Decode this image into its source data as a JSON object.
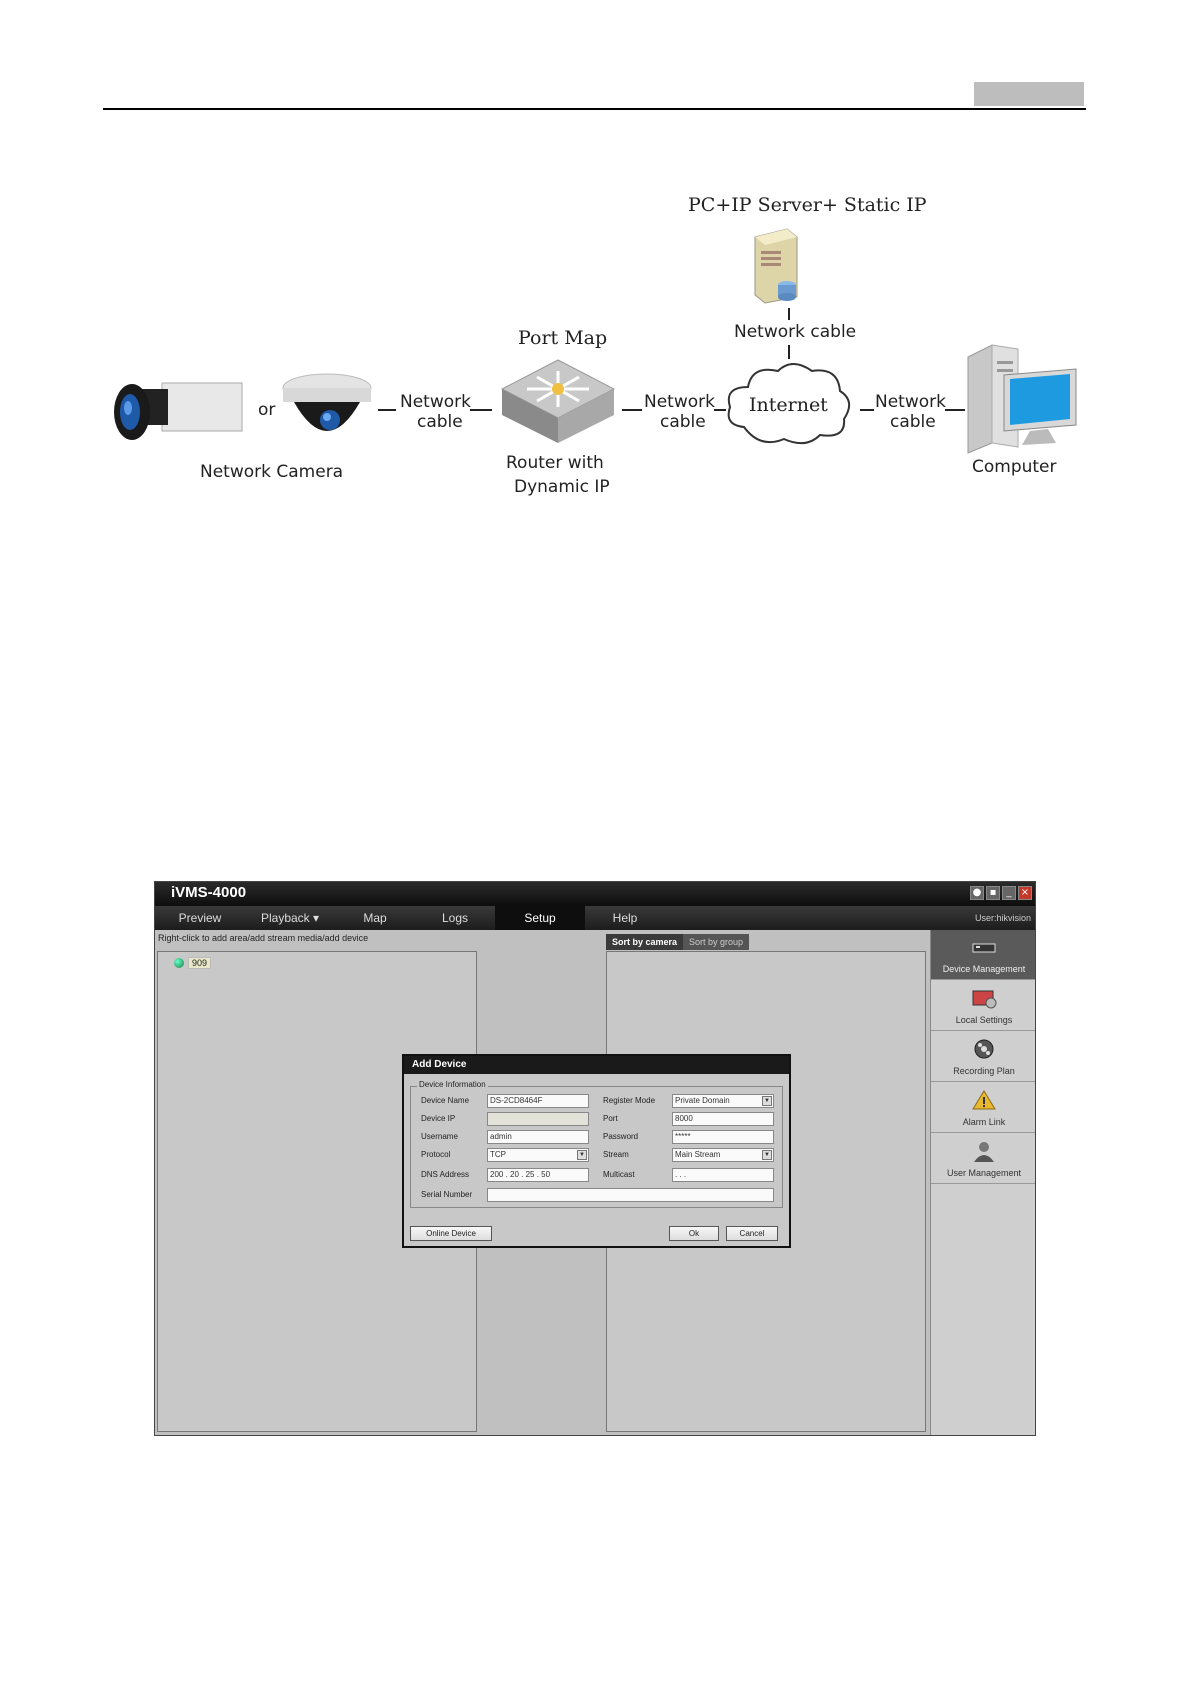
{
  "diagram": {
    "top_label": "PC+IP Server+ Static IP",
    "or_label": "or",
    "network_camera": "Network Camera",
    "cable_label_1": "Network",
    "cable_label_2": "cable",
    "server_cable": "Network cable",
    "port_map": "Port Map",
    "router_line1": "Router  with",
    "router_line2": "Dynamic IP",
    "internet": "Internet",
    "computer": "Computer"
  },
  "app": {
    "title": "iVMS-4000",
    "menu": [
      "Preview",
      "Playback ▾",
      "Map",
      "Logs",
      "Setup",
      "Help"
    ],
    "user_text": "User:hikvision",
    "hint": "Right-click to add area/add stream media/add device",
    "tree_item": "909",
    "tabs": [
      "Sort by camera",
      "Sort by group"
    ],
    "sidebar": [
      "Device Management",
      "Local Settings",
      "Recording Plan",
      "Alarm Link",
      "User Management"
    ]
  },
  "dialog": {
    "title": "Add Device",
    "legend": "Device Information",
    "device_name_label": "Device Name",
    "device_name_value": "DS-2CD8464F",
    "device_ip_label": "Device IP",
    "device_ip_value": "",
    "username_label": "Username",
    "username_value": "admin",
    "protocol_label": "Protocol",
    "protocol_value": "TCP",
    "dns_label": "DNS Address",
    "dns_value": "200  .  20  .  25  .  50",
    "serial_label": "Serial Number",
    "serial_value": "",
    "register_label": "Register Mode",
    "register_value": "Private Domain",
    "port_label": "Port",
    "port_value": "8000",
    "password_label": "Password",
    "password_value": "*****",
    "stream_label": "Stream",
    "stream_value": "Main Stream",
    "multicast_label": "Multicast",
    "multicast_value": ".        .        .",
    "online_button": "Online Device",
    "ok_button": "Ok",
    "cancel_button": "Cancel"
  }
}
